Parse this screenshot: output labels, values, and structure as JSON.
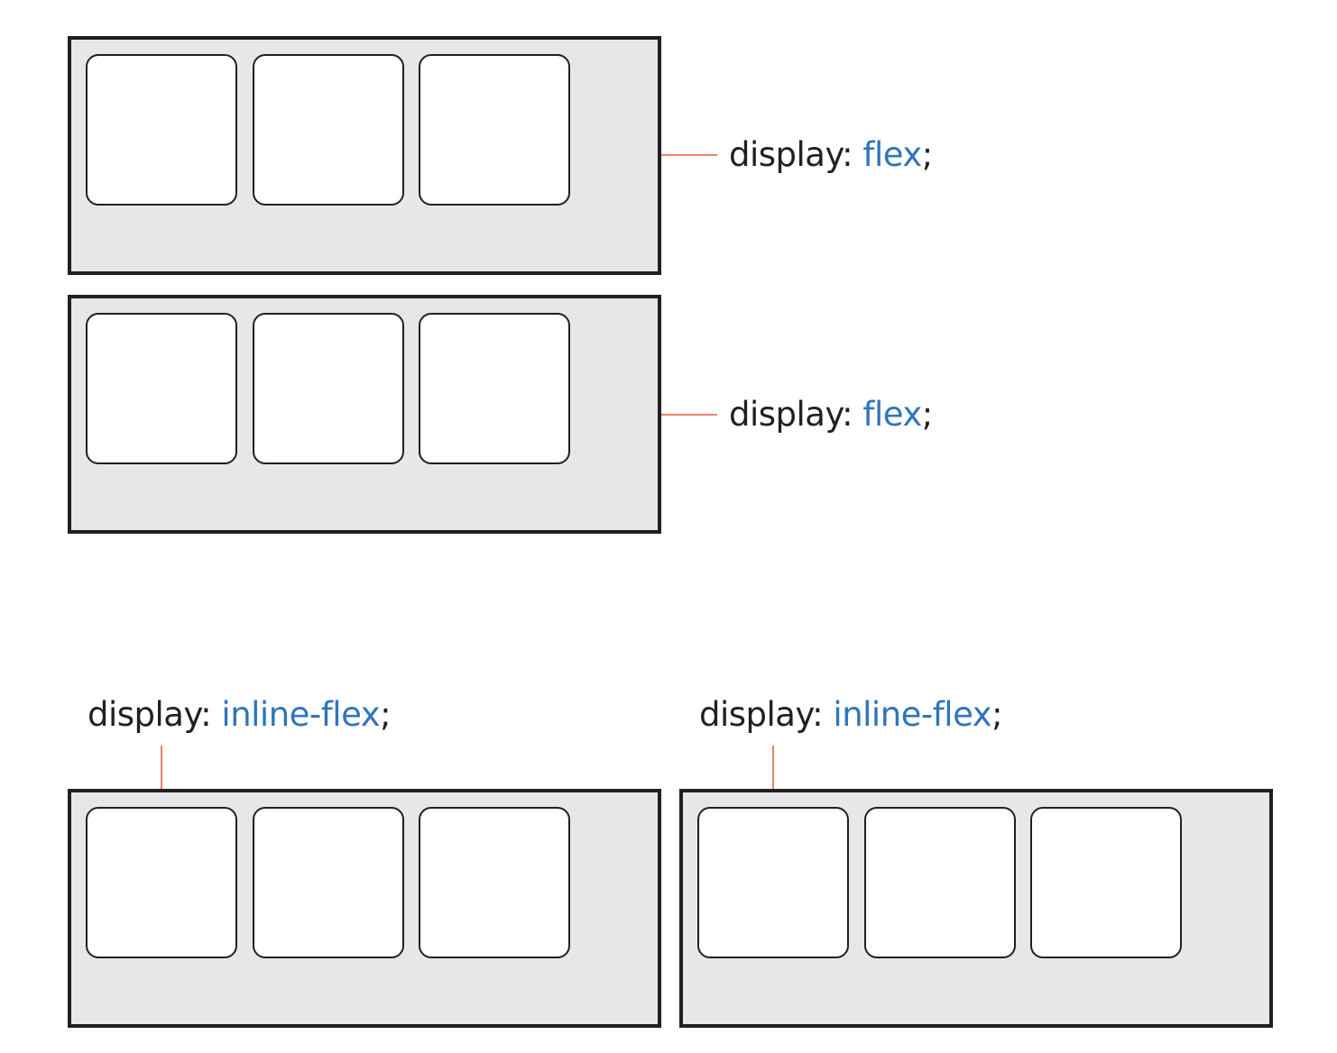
{
  "colors": {
    "container_fill": "#e6e7e8",
    "border": "#231f20",
    "item_fill": "#ffffff",
    "connector": "#e8846a",
    "keyword": "#2f75bb",
    "text": "#231f20"
  },
  "diagrams": [
    {
      "property": "display:",
      "value": "flex",
      "terminator": ";"
    },
    {
      "property": "display:",
      "value": "flex",
      "terminator": ";"
    },
    {
      "property": "display:",
      "value": "inline-flex",
      "terminator": ";"
    },
    {
      "property": "display:",
      "value": "inline-flex",
      "terminator": ";"
    }
  ]
}
